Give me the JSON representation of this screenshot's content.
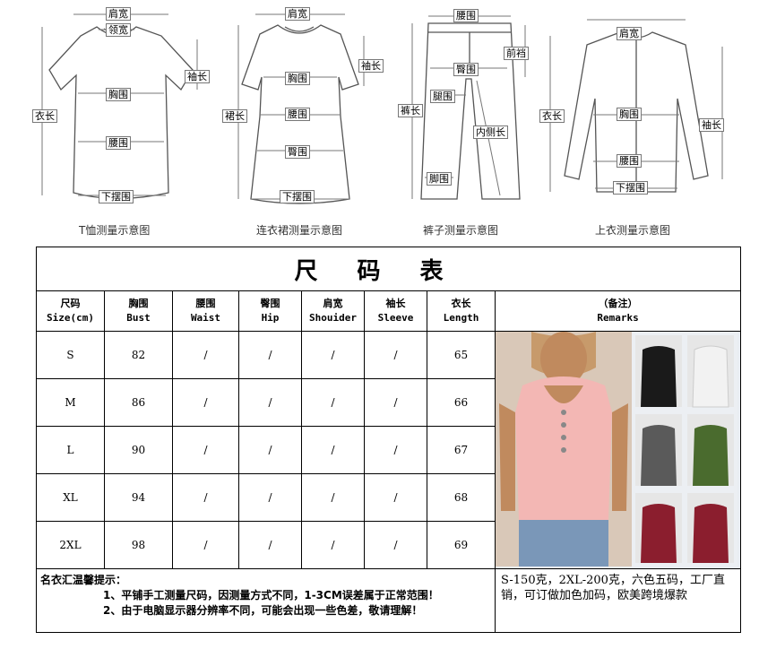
{
  "diagrams": {
    "tshirt": {
      "caption": "T恤测量示意图",
      "labels": {
        "shoulder": "肩宽",
        "neck": "领宽",
        "sleeve": "袖长",
        "bust": "胸围",
        "length": "衣长",
        "waist": "腰围",
        "hem": "下摆围"
      }
    },
    "dress": {
      "caption": "连衣裙测量示意图",
      "labels": {
        "shoulder": "肩宽",
        "sleeve": "袖长",
        "bust": "胸围",
        "skirt_length": "裙长",
        "waist": "腰围",
        "hip": "臀围",
        "hem": "下摆围"
      }
    },
    "pants": {
      "caption": "裤子测量示意图",
      "labels": {
        "waist": "腰围",
        "rise": "前裆",
        "hip": "臀围",
        "length": "裤长",
        "thigh": "腿围",
        "inseam": "内侧长",
        "leg_opening": "脚围"
      }
    },
    "top": {
      "caption": "上衣测量示意图",
      "labels": {
        "shoulder": "肩宽",
        "length": "衣长",
        "sleeve": "袖长",
        "bust": "胸围",
        "waist": "腰围",
        "hem": "下摆围"
      }
    }
  },
  "table": {
    "title": "尺码表",
    "headers": [
      {
        "cn": "尺码",
        "en": "Size(cm)"
      },
      {
        "cn": "胸围",
        "en": "Bust"
      },
      {
        "cn": "腰围",
        "en": "Waist"
      },
      {
        "cn": "臀围",
        "en": "Hip"
      },
      {
        "cn": "肩宽",
        "en": "Shouider"
      },
      {
        "cn": "袖长",
        "en": "Sleeve"
      },
      {
        "cn": "衣长",
        "en": "Length"
      },
      {
        "cn": "（备注）",
        "en": "Remarks"
      }
    ],
    "rows": [
      {
        "size": "S",
        "bust": "82",
        "waist": "/",
        "hip": "/",
        "shoulder": "/",
        "sleeve": "/",
        "length": "65"
      },
      {
        "size": "M",
        "bust": "86",
        "waist": "/",
        "hip": "/",
        "shoulder": "/",
        "sleeve": "/",
        "length": "66"
      },
      {
        "size": "L",
        "bust": "90",
        "waist": "/",
        "hip": "/",
        "shoulder": "/",
        "sleeve": "/",
        "length": "67"
      },
      {
        "size": "XL",
        "bust": "94",
        "waist": "/",
        "hip": "/",
        "shoulder": "/",
        "sleeve": "/",
        "length": "68"
      },
      {
        "size": "2XL",
        "bust": "98",
        "waist": "/",
        "hip": "/",
        "shoulder": "/",
        "sleeve": "/",
        "length": "69"
      }
    ],
    "notes": {
      "title": "名衣汇温馨提示：",
      "line1": "1、平铺手工测量尺码，因测量方式不同，1-3CM误差属于正常范围！",
      "line2": "2、由于电脑显示器分辨率不同，可能会出现一些色差，敬请理解！"
    },
    "spec": "S-150克，2XL-200克，六色五码，工厂直销，可订做加色加码，欧美跨境爆款"
  },
  "colors": {
    "main_top": "#f3b7b4",
    "variants": [
      "#1a1a1a",
      "#f2f2f2",
      "#5a5a5a",
      "#4a6b2e",
      "#8b1e2e",
      "#8b1e2e"
    ],
    "label_border": "#777777"
  }
}
